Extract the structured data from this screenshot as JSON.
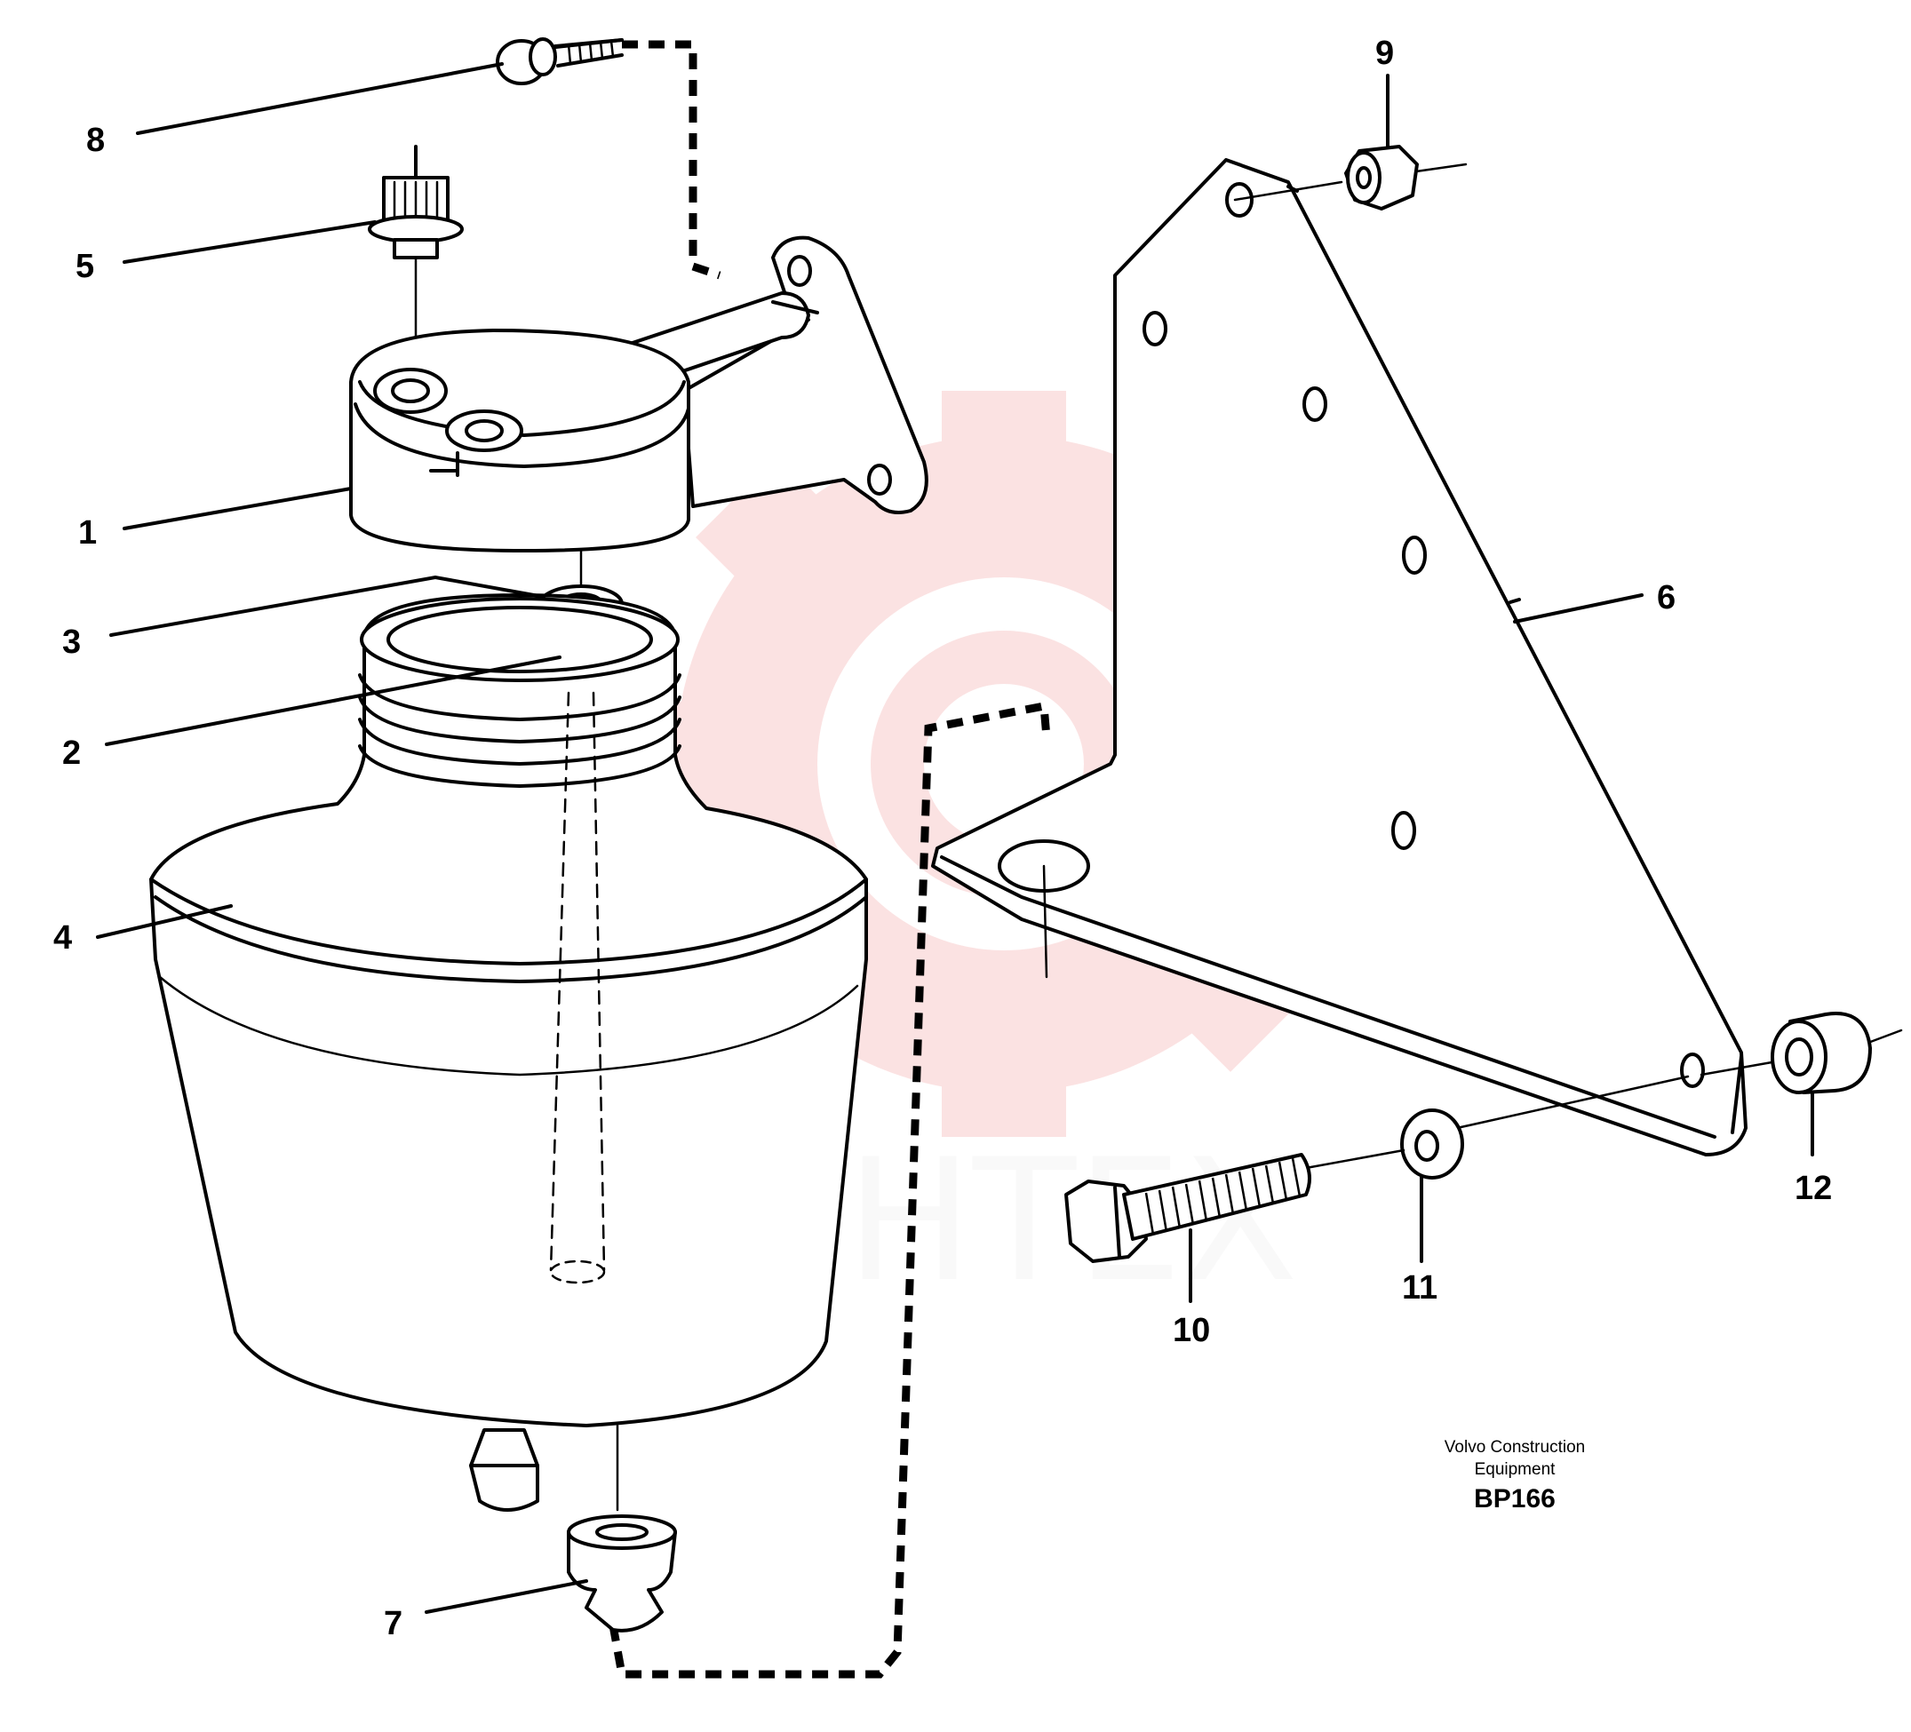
{
  "callouts": [
    {
      "id": "1",
      "label": "1"
    },
    {
      "id": "2",
      "label": "2"
    },
    {
      "id": "3",
      "label": "3"
    },
    {
      "id": "4",
      "label": "4"
    },
    {
      "id": "5",
      "label": "5"
    },
    {
      "id": "6",
      "label": "6"
    },
    {
      "id": "7",
      "label": "7"
    },
    {
      "id": "8",
      "label": "8"
    },
    {
      "id": "9",
      "label": "9"
    },
    {
      "id": "10",
      "label": "10"
    },
    {
      "id": "11",
      "label": "11"
    },
    {
      "id": "12",
      "label": "12"
    }
  ],
  "manufacturer": {
    "line1": "Volvo Construction",
    "line2": "Equipment"
  },
  "figure_code": "BP166",
  "watermark": {
    "text": "ИНТЕХ",
    "color": "#f08080"
  }
}
